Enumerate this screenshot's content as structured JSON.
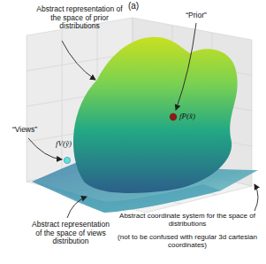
{
  "diagram": {
    "labels": [
      "(a)",
      "Abstract representation of the space of prior distributions",
      "“Prior”",
      "fP(x̃)",
      "“Views”",
      "fV(ỹ)",
      "Abstract representation of the space of views distribution",
      "Abstract coordinate system for the space of distributions",
      "(not to be confused with regular 3d cartesian coordinates)"
    ]
  }
}
